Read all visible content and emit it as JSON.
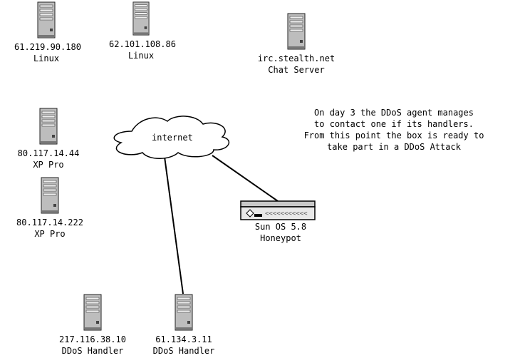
{
  "diagram": {
    "servers": [
      {
        "id": "srv-linux-1",
        "ip": "61.219.90.180",
        "os": "Linux"
      },
      {
        "id": "srv-linux-2",
        "ip": "62.101.108.86",
        "os": "Linux"
      },
      {
        "id": "srv-irc",
        "ip": "irc.stealth.net",
        "os": "Chat Server"
      },
      {
        "id": "srv-xp-1",
        "ip": "80.117.14.44",
        "os": "XP Pro"
      },
      {
        "id": "srv-xp-2",
        "ip": "80.117.14.222",
        "os": "XP Pro"
      },
      {
        "id": "srv-handler-1",
        "ip": "217.116.38.10",
        "os": "DDoS Handler"
      },
      {
        "id": "srv-handler-2",
        "ip": "61.134.3.11",
        "os": "DDoS Handler"
      }
    ],
    "honeypot": {
      "os": "Sun OS 5.8",
      "role": "Honeypot"
    },
    "cloud_label": "internet",
    "note": [
      "On day 3 the DDoS agent manages",
      "to contact one if its handlers.",
      "From this point the box is ready to",
      "take part in a DDoS Attack"
    ]
  }
}
